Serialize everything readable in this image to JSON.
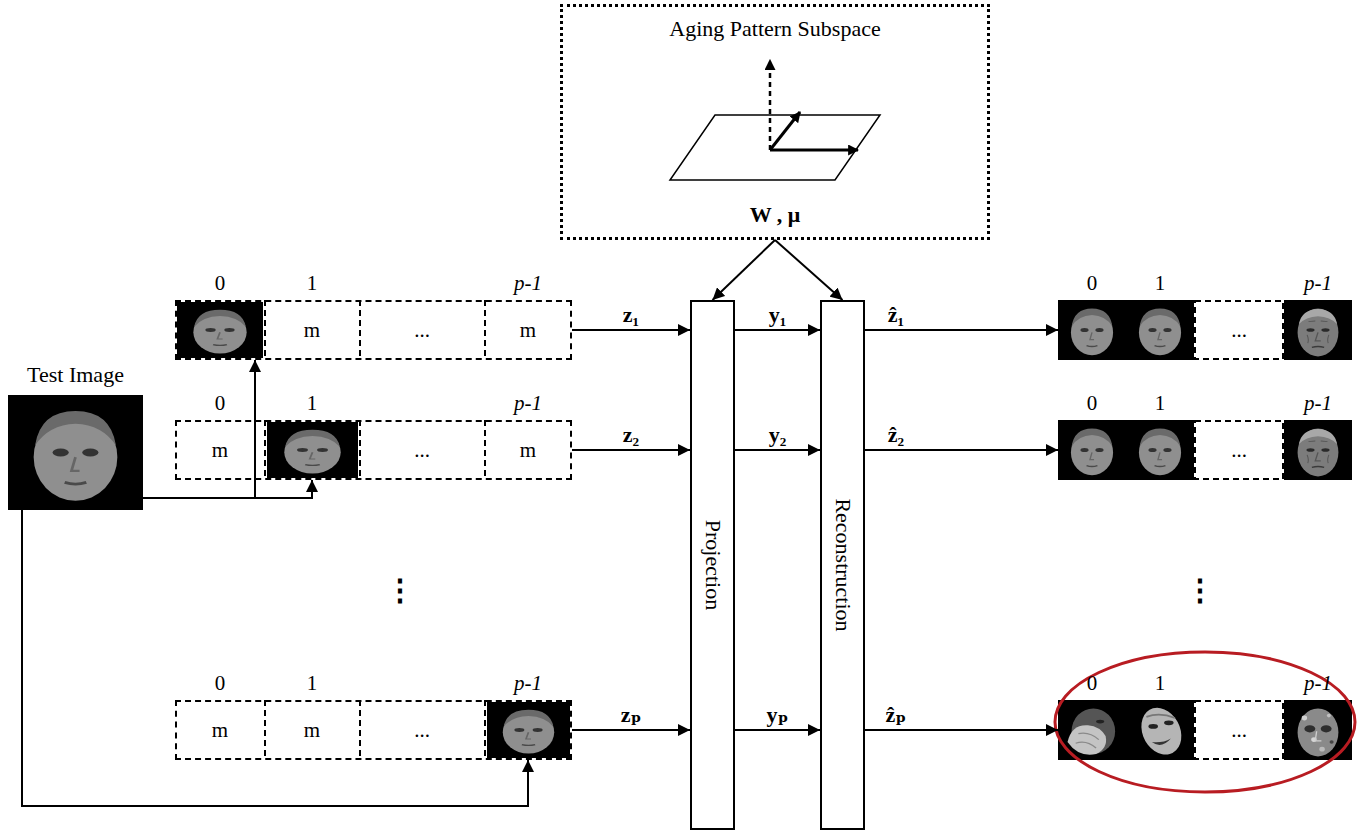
{
  "diagram": {
    "nodes": [
      {
        "text": [
          "Aging Pattern Subspace",
          "W , μ"
        ]
      },
      {
        "text": [
          "Test Image"
        ]
      },
      {
        "text": [
          "0",
          "1",
          "p-1",
          "m",
          "...",
          "m"
        ]
      },
      {
        "text": [
          "0",
          "1",
          "p-1",
          "m",
          "...",
          "m"
        ]
      },
      {
        "text": [
          "0",
          "1",
          "p-1",
          "m",
          "m",
          "..."
        ]
      },
      {
        "text": [
          "Projection"
        ]
      },
      {
        "text": [
          "Reconstruction"
        ]
      },
      {
        "text": [
          "0",
          "1",
          "p-1",
          "..."
        ]
      },
      {
        "text": [
          "0",
          "1",
          "p-1",
          "..."
        ]
      },
      {
        "text": [
          "0",
          "1",
          "p-1",
          "..."
        ]
      }
    ],
    "edges": [
      {
        "from": 1,
        "to": 2,
        "arrow": "to"
      },
      {
        "from": 1,
        "to": 3,
        "arrow": "to"
      },
      {
        "from": 1,
        "to": 4,
        "arrow": "to"
      },
      {
        "from": 0,
        "to": 5,
        "arrow": "to"
      },
      {
        "from": 0,
        "to": 6,
        "arrow": "to"
      },
      {
        "from": 2,
        "to": 5,
        "label": "z₁",
        "arrow": "to"
      },
      {
        "from": 3,
        "to": 5,
        "label": "z₂",
        "arrow": "to"
      },
      {
        "from": 4,
        "to": 5,
        "label": "zₚ",
        "arrow": "to"
      },
      {
        "from": 5,
        "to": 6,
        "label": "y₁",
        "arrow": "to"
      },
      {
        "from": 5,
        "to": 6,
        "label": "y₂",
        "arrow": "to"
      },
      {
        "from": 5,
        "to": 6,
        "label": "yₚ",
        "arrow": "to"
      },
      {
        "from": 6,
        "to": 7,
        "label": "ẑ₁",
        "arrow": "to"
      },
      {
        "from": 6,
        "to": 8,
        "label": "ẑ₂",
        "arrow": "to"
      },
      {
        "from": 6,
        "to": 9,
        "label": "ẑₚ",
        "arrow": "to"
      }
    ],
    "labels": [
      "⋮",
      "⋮"
    ]
  }
}
